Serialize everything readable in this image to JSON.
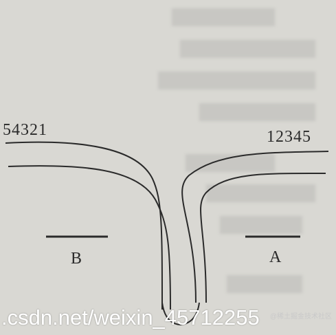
{
  "labels": {
    "left_sequence": "54321",
    "right_sequence": "12345",
    "track_b": "B",
    "track_a": "A"
  },
  "watermark": {
    "main": ".csdn.net/weixin_45712255",
    "sub": "@稀土掘金技术社区"
  },
  "colors": {
    "paper": "#d9d8d3",
    "ink": "#2a2a2a",
    "watermark": "#ffffff"
  }
}
